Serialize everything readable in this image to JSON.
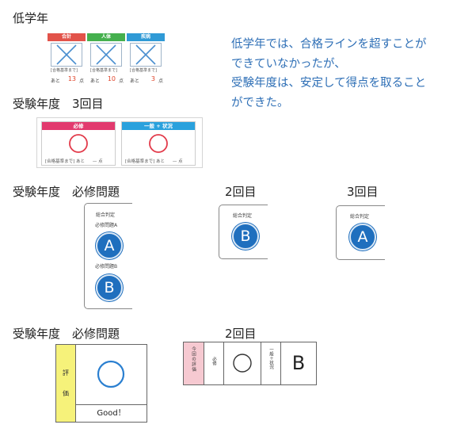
{
  "headings": {
    "lower_grade": "低学年",
    "exam_year_3rd": "受験年度　3回目",
    "exam_year_required": "受験年度　必修問題",
    "second_1": "2回目",
    "third_1": "3回目",
    "exam_year_required_2": "受験年度　必修問題",
    "second_2": "2回目"
  },
  "lower_grade_card": {
    "columns": [
      {
        "label": "合計",
        "color": "#e2534a",
        "result": "×",
        "requirement": "[合格基準まで]",
        "remain_prefix": "あと",
        "remain_value": "13",
        "unit": "点"
      },
      {
        "label": "人体",
        "color": "#45b04e",
        "result": "×",
        "requirement": "[合格基準まで]",
        "remain_prefix": "あと",
        "remain_value": "10",
        "unit": "点"
      },
      {
        "label": "疾病",
        "color": "#2f9ad6",
        "result": "×",
        "requirement": "[合格基準まで]",
        "remain_prefix": "あと",
        "remain_value": "3",
        "unit": "点"
      }
    ]
  },
  "comment": {
    "lines": [
      "低学年では、合格ラインを超すことが",
      "できていなかったが、",
      "受験年度は、安定して得点を取ること",
      "ができた。"
    ],
    "color": "#2e6fb6"
  },
  "third_attempt_card": {
    "columns": [
      {
        "label": "必修",
        "color": "#e23a6e",
        "result": "○",
        "requirement": "[合格基準まで]",
        "remain_prefix": "あと",
        "remain_value": "—",
        "unit": "点"
      },
      {
        "label": "一般 + 状況",
        "color": "#2aa1dd",
        "result": "○",
        "requirement": "[合格基準まで]",
        "remain_prefix": "あと",
        "remain_value": "—",
        "unit": "点"
      }
    ]
  },
  "required_slip_1": {
    "title": "総合判定",
    "item_a_label": "必修問題A",
    "item_a_grade": "A",
    "item_b_label": "必修問題B",
    "item_b_grade": "B"
  },
  "slip_second": {
    "title": "総合判定",
    "grade": "B"
  },
  "slip_third": {
    "title": "総合判定",
    "grade": "A"
  },
  "eval_card": {
    "side_label_1": "評",
    "side_label_2": "価",
    "result": "○",
    "comment": "Good！",
    "side_color": "#f6f27a"
  },
  "strip_second": {
    "title_chars": "今回の評価",
    "required_label": "必修",
    "required_result": "○",
    "general_label": "一般＋状況",
    "general_grade": "B",
    "title_color": "#f6c9d1"
  },
  "colors": {
    "grade_badge": "#1f6fbe",
    "cross": "#4a8fd0",
    "circle_red": "#e23a4a",
    "circle_blue": "#2a7fd0"
  }
}
